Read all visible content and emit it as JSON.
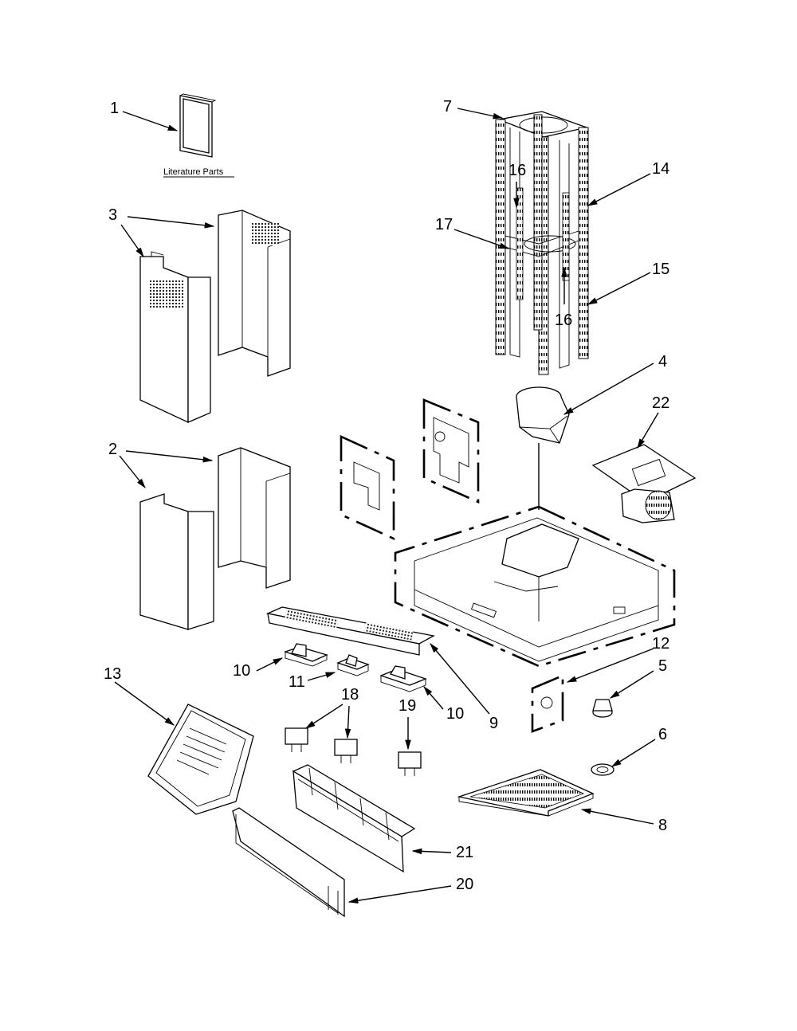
{
  "caption": "Literature Parts",
  "callouts": [
    "1",
    "2",
    "3",
    "4",
    "5",
    "6",
    "7",
    "8",
    "9",
    "10",
    "10",
    "11",
    "12",
    "13",
    "14",
    "15",
    "16",
    "16",
    "17",
    "18",
    "19",
    "20",
    "21",
    "22"
  ]
}
